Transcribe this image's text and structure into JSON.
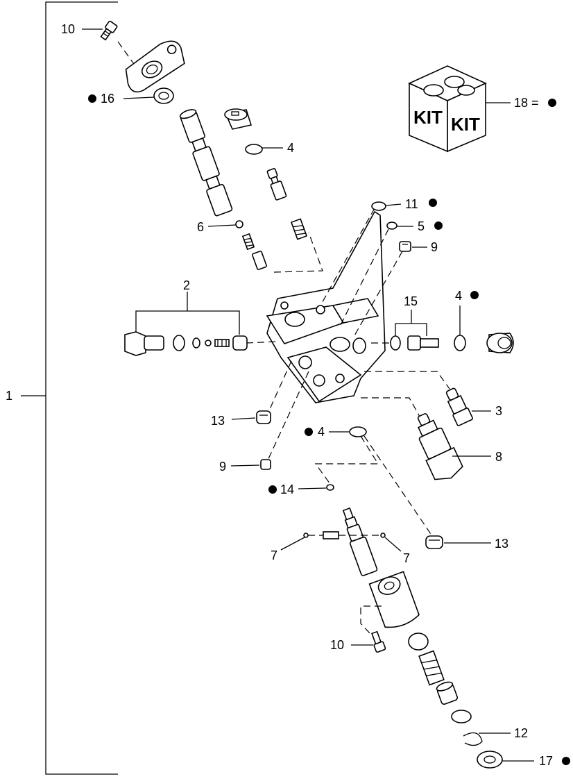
{
  "kit": {
    "label_left": "KIT",
    "label_right": "KIT"
  },
  "callouts": {
    "c1": "1",
    "c2": "2",
    "c3": "3",
    "c4a": "4",
    "c4b": "4",
    "c4c": "4",
    "c5": "5",
    "c6": "6",
    "c7a": "7",
    "c7b": "7",
    "c8": "8",
    "c9a": "9",
    "c9b": "9",
    "c10a": "10",
    "c10b": "10",
    "c11": "11",
    "c12": "12",
    "c13a": "13",
    "c13b": "13",
    "c14": "14",
    "c15": "15",
    "c16": "16",
    "c17": "17",
    "c18": "18 ="
  },
  "kit_marker": "●",
  "colors": {
    "ink": "#000000",
    "paper": "#ffffff"
  }
}
